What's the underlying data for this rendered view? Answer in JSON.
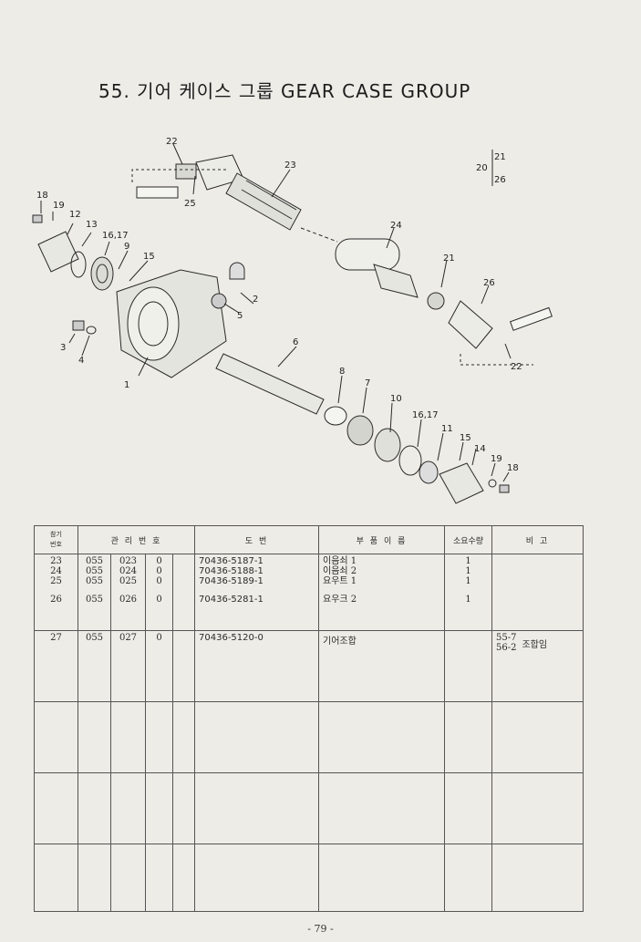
{
  "page": {
    "title": "55. 기어 케이스 그룹  GEAR CASE GROUP",
    "page_number": "- 79 -"
  },
  "diagram": {
    "labels": [
      "1",
      "2",
      "3",
      "4",
      "5",
      "6",
      "7",
      "8",
      "9",
      "10",
      "11",
      "12",
      "13",
      "14",
      "15",
      "15",
      "16,17",
      "16,17",
      "18",
      "18",
      "19",
      "19",
      "20",
      "21",
      "21",
      "22",
      "22",
      "23",
      "24",
      "25",
      "26",
      "26"
    ]
  },
  "table": {
    "headers": {
      "no": [
        "참기",
        "번호"
      ],
      "code": "관 리 번 호",
      "drawing": "도        번",
      "name": "부 품 이 름",
      "qty": "소요수량",
      "remark": "비        고"
    },
    "rows": [
      {
        "no": "23",
        "c1": "055",
        "c2": "023",
        "c3": "0",
        "drawing": "70436-5187-1",
        "name": "이음쇠 1",
        "qty": "1",
        "remark": ""
      },
      {
        "no": "24",
        "c1": "055",
        "c2": "024",
        "c3": "0",
        "drawing": "70436-5188-1",
        "name": "이음쇠 2",
        "qty": "1",
        "remark": ""
      },
      {
        "no": "25",
        "c1": "055",
        "c2": "025",
        "c3": "0",
        "drawing": "70436-5189-1",
        "name": "요우트 1",
        "qty": "1",
        "remark": ""
      },
      {
        "no": "26",
        "c1": "055",
        "c2": "026",
        "c3": "0",
        "drawing": "70436-5281-1",
        "name": "요우크 2",
        "qty": "1",
        "remark": ""
      },
      {
        "no": "27",
        "c1": "055",
        "c2": "027",
        "c3": "0",
        "drawing": "70436-5120-0",
        "name": "기어조합",
        "qty": "",
        "remark_lines": [
          "55-7",
          "56-2"
        ],
        "remark_note": "조합임"
      }
    ]
  }
}
